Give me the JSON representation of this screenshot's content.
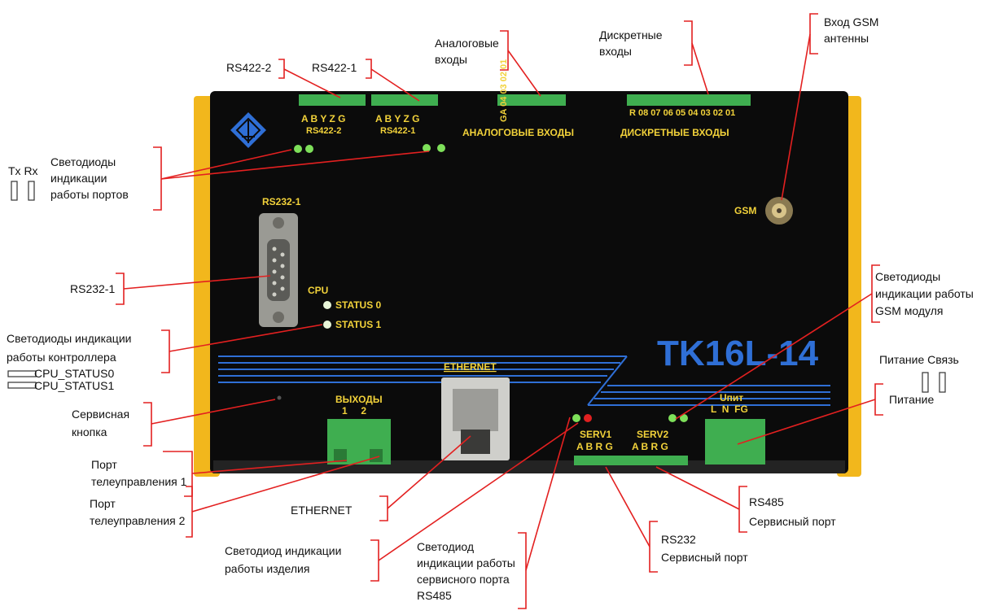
{
  "colors": {
    "device_body": "#0b0b0b",
    "rail": "#f2b71c",
    "accent_blue": "#2f6fd6",
    "label_line": "#e32020",
    "terminal_green": "#3fae50",
    "print_yellow": "#f2d23a"
  },
  "device": {
    "model": "TK16L-14",
    "rs422_2_pins": "A B Y Z G",
    "rs422_2_title": "RS422-2",
    "rs422_1_pins": "A B Y Z G",
    "rs422_1_title": "RS422-1",
    "analog_pins": "GA 04 03 02 01",
    "analog_title": "АНАЛОГОВЫЕ ВХОДЫ",
    "discrete_pins": "R 08 07 06 05 04 03 02 01",
    "discrete_title": "ДИСКРЕТНЫЕ ВХОДЫ",
    "gsm": "GSM",
    "rs232_title": "RS232-1",
    "cpu": "CPU",
    "status0": "STATUS 0",
    "status1": "STATUS 1",
    "ethernet": "ETHERNET",
    "outputs_title": "ВЫХОДЫ",
    "outputs_pins": "1     2",
    "serv1": "SERV1",
    "serv1_pins": "A B R G",
    "serv2": "SERV2",
    "serv2_pins": "A B R G",
    "power_title": "Uпит",
    "power_pins": "L  N  FG"
  },
  "labels": {
    "rs422_2": "RS422-2",
    "rs422_1": "RS422-1",
    "analog_1": "Аналоговые",
    "analog_2": "входы",
    "discrete_1": "Дискретные",
    "discrete_2": "входы",
    "gsm_ant_1": "Вход GSM",
    "gsm_ant_2": "антенны",
    "txrx": "Tx Rx",
    "port_leds_1": "Светодиоды",
    "port_leds_2": "индикации",
    "port_leds_3": "работы портов",
    "rs232_1": "RS232-1",
    "ctrl_leds_1": "Светодиоды индикации",
    "ctrl_leds_2": "работы контроллера",
    "cpu_status0": "CPU_STATUS0",
    "cpu_status1": "CPU_STATUS1",
    "service_btn_1": "Сервисная",
    "service_btn_2": "кнопка",
    "tele1_1": "Порт",
    "tele1_2": "телеуправления 1",
    "tele2_1": "Порт",
    "tele2_2": "телеуправления 2",
    "ethernet": "ETHERNET",
    "dev_led_1": "Светодиод индикации",
    "dev_led_2": "работы изделия",
    "serv_led_1": "Светодиод",
    "serv_led_2": "индикации работы",
    "serv_led_3": "сервисного порта",
    "serv_led_4": "RS485",
    "rs232_serv_1": "RS232",
    "rs232_serv_2": "Сервисный порт",
    "rs485_serv_1": "RS485",
    "rs485_serv_2": "Сервисный порт",
    "gsm_leds_1": "Светодиоды",
    "gsm_leds_2": "индикации работы",
    "gsm_leds_3": "GSM модуля",
    "power_comm": "Питание Связь",
    "power": "Питание"
  }
}
